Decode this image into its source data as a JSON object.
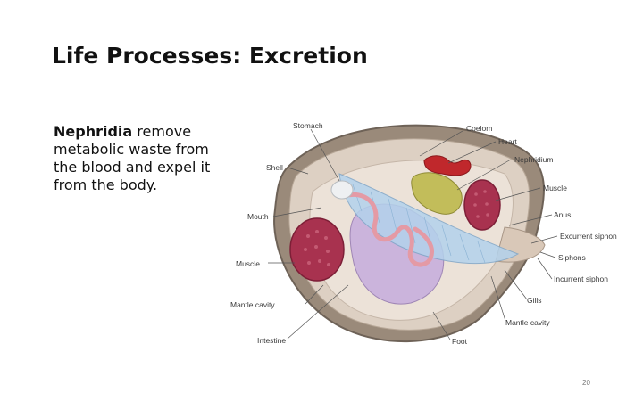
{
  "slide": {
    "title": "Life Processes: Excretion",
    "body_bold": "Nephridia",
    "body_text": " remove metabolic waste from the blood and expel it from the body.",
    "page_number": "20"
  },
  "figure": {
    "labels": {
      "stomach": "Stomach",
      "shell": "Shell",
      "mouth": "Mouth",
      "muscle_left": "Muscle",
      "mantle_cavity_left": "Mantle cavity",
      "intestine": "Intestine",
      "coelom": "Coelom",
      "heart": "Heart",
      "nephridium": "Nephridium",
      "muscle_right": "Muscle",
      "anus": "Anus",
      "excurrent_siphon": "Excurrent siphon",
      "siphons": "Siphons",
      "incurrent_siphon": "Incurrent siphon",
      "gills": "Gills",
      "mantle_cavity_right": "Mantle cavity",
      "foot": "Foot"
    },
    "colors": {
      "shell": "#8d7d6e",
      "mantle": "#d9c8b8",
      "muscle": "#a8324f",
      "heart": "#c0282c",
      "nephridium": "#bdb955",
      "gills": "#a9c9e6",
      "foot": "#c9b2d9",
      "intestine": "#e8a0a8"
    }
  }
}
